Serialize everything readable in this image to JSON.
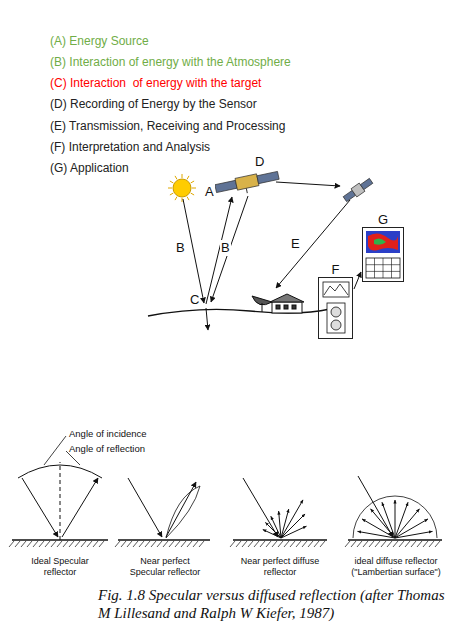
{
  "diagram": {
    "caption": "Fig. 1.8 Specular versus diffused reflection (after Thomas M Lillesand and Ralph W Kiefer, 1987)",
    "nodes": [
      {
        "text": [
          "F"
        ]
      },
      {
        "text": [
          "G"
        ]
      }
    ],
    "edges": [
      {
        "from": 0,
        "to": 1,
        "arrow": "to"
      }
    ],
    "labels": [
      "(A) Energy Source",
      "(B) Interaction of energy with the Atmosphere",
      "(C) Interaction  of energy with the target",
      "(D) Recording of Energy by the Sensor",
      "(E) Transmission, Receiving and Processing",
      "(F) Interpretation and Analysis",
      "(G) Application",
      "A",
      "D",
      "B",
      "B",
      "C",
      "E",
      "Angle of incidence",
      "Angle of reflection",
      "Ideal Specular reflector",
      "Near perfect Specular reflector",
      "Near perfect diffuse reflector",
      "ideal diffuse reflector (\"Lambertian surface\")"
    ]
  }
}
